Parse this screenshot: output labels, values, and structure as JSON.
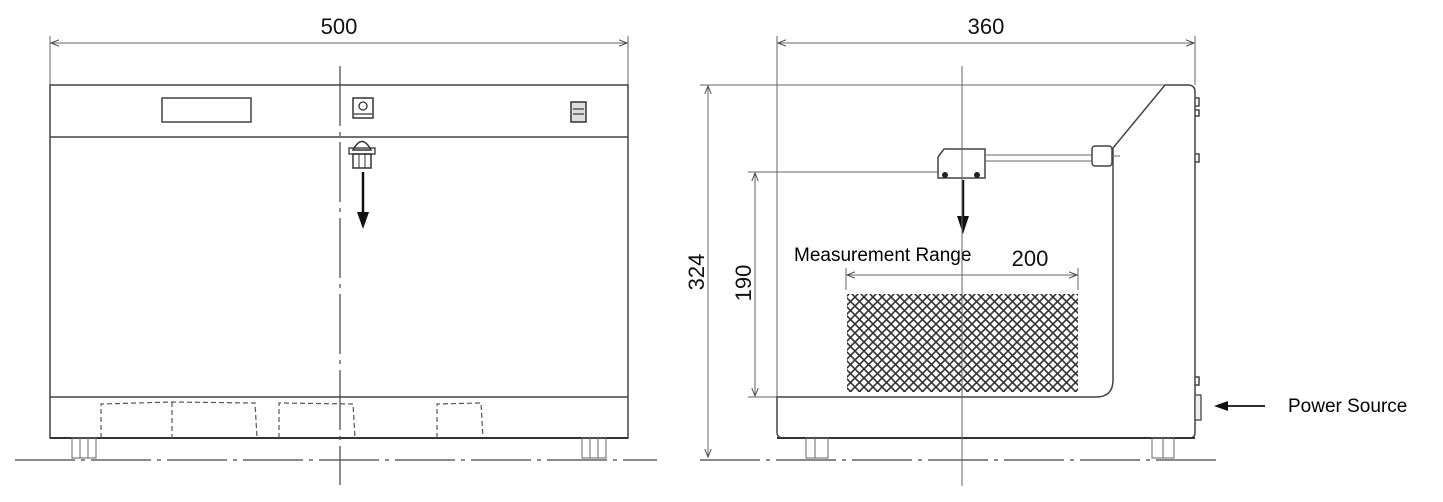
{
  "front_view": {
    "width_dimension": "500"
  },
  "side_view": {
    "depth_dimension": "360",
    "height_dimension": "324",
    "measurement_height_dimension": "190",
    "measurement_width_dimension": "200",
    "measurement_range_label": "Measurement Range"
  },
  "annotations": {
    "power_source_label": "Power Source"
  },
  "colors": {
    "line": "#444444",
    "background": "#ffffff"
  }
}
